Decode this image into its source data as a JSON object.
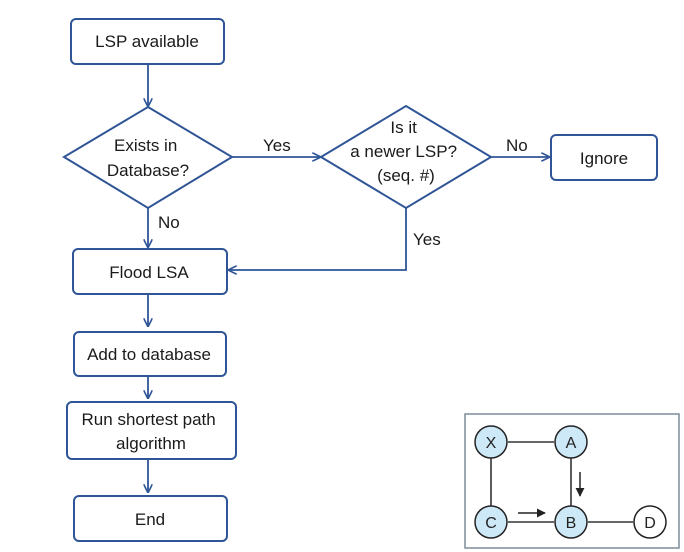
{
  "flowchart": {
    "lsp_available": "LSP available",
    "exists_in_database": [
      "Exists in",
      "Database?"
    ],
    "is_newer_lsp": [
      "Is it",
      "a newer LSP?",
      "(seq. #)"
    ],
    "ignore": "Ignore",
    "flood_lsa": "Flood LSA",
    "add_to_database": "Add to database",
    "run_shortest_path": [
      "Run shortest path",
      "algorithm"
    ],
    "end": "End",
    "edge_labels": {
      "exists_yes": "Yes",
      "exists_no": "No",
      "newer_no": "No",
      "newer_yes": "Yes"
    }
  },
  "colors": {
    "box_border": "#2f5597",
    "arrow": "#2f5597",
    "inset_node_fill": "#cde8f6",
    "inset_node_plain": "#ffffff"
  },
  "network_inset": {
    "nodes": [
      {
        "id": "X",
        "highlighted": true
      },
      {
        "id": "A",
        "highlighted": true
      },
      {
        "id": "C",
        "highlighted": true
      },
      {
        "id": "B",
        "highlighted": true
      },
      {
        "id": "D",
        "highlighted": false
      }
    ],
    "links": [
      [
        "X",
        "A"
      ],
      [
        "X",
        "C"
      ],
      [
        "A",
        "B"
      ],
      [
        "C",
        "B"
      ],
      [
        "B",
        "D"
      ]
    ],
    "flow_arrows": [
      [
        "A",
        "B"
      ],
      [
        "C",
        "B"
      ]
    ]
  }
}
